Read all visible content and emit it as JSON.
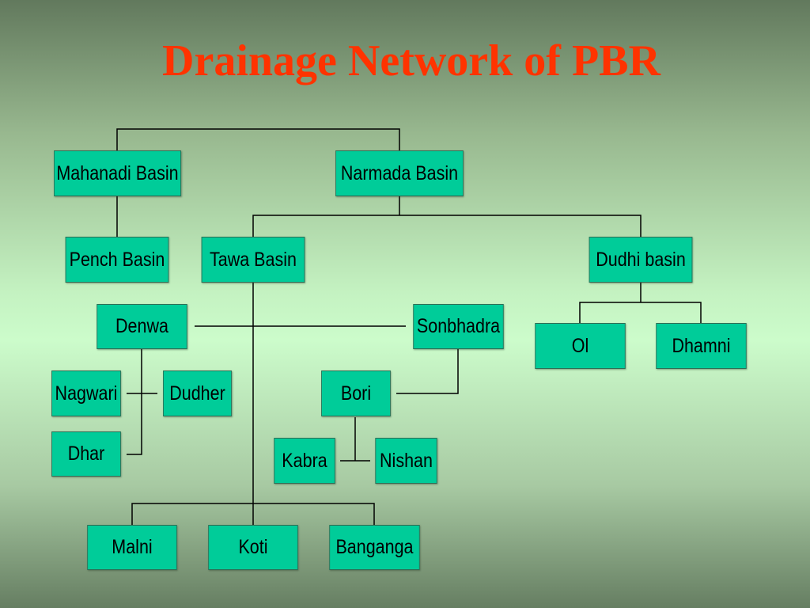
{
  "title": "Drainage Network of PBR",
  "nodes": {
    "mahanadi": "Mahanadi Basin",
    "narmada": "Narmada  Basin",
    "pench": "Pench Basin",
    "tawa": "Tawa Basin",
    "dudhi": "Dudhi basin",
    "denwa": "Denwa",
    "sonbhadra": "Sonbhadra",
    "ol": "Ol",
    "dhamni": "Dhamni",
    "nagwari": "Nagwari",
    "dudher": "Dudher",
    "bori": "Bori",
    "dhar": "Dhar",
    "kabra": "Kabra",
    "nishan": "Nishan",
    "malni": "Malni",
    "koti": "Koti",
    "banganga": "Banganga"
  }
}
